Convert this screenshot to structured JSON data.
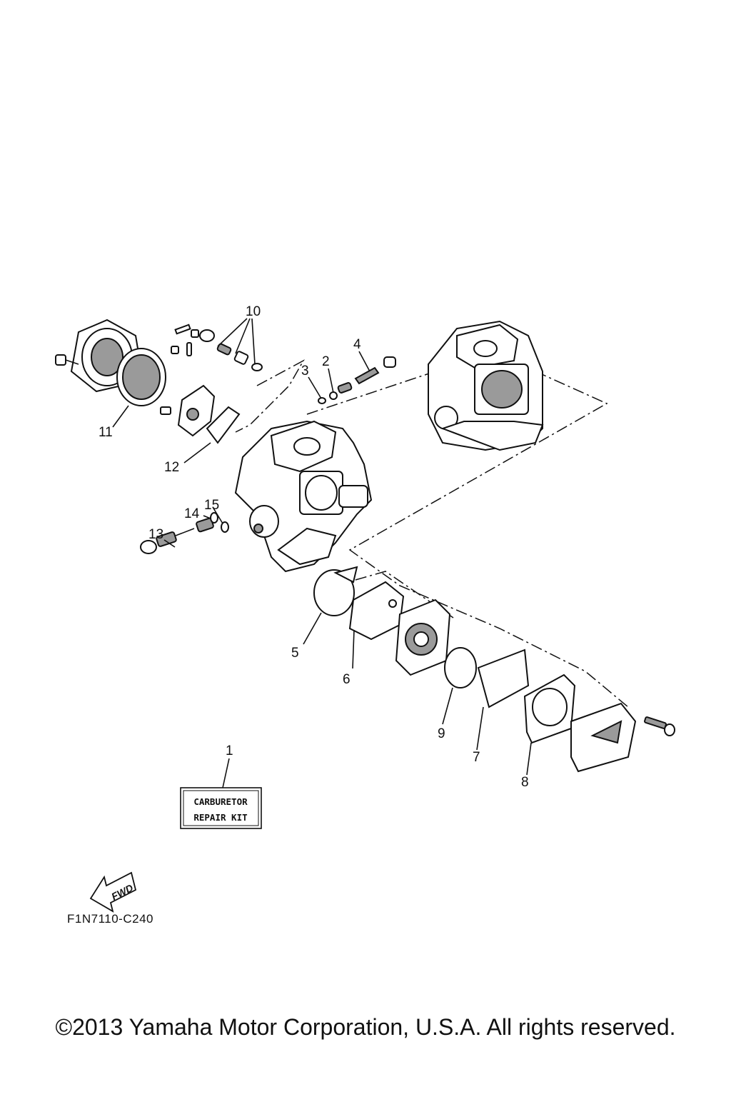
{
  "callouts": {
    "p1": "1",
    "p2": "2",
    "p3": "3",
    "p4": "4",
    "p5": "5",
    "p6": "6",
    "p7": "7",
    "p8": "8",
    "p9": "9",
    "p10": "10",
    "p11": "11",
    "p12": "12",
    "p13": "13",
    "p14": "14",
    "p15": "15"
  },
  "kit_label": {
    "line1": "CARBURETOR",
    "line2": "REPAIR KIT"
  },
  "fwd_label": "FWD",
  "diagram_code": "F1N7110-C240",
  "copyright": "©2013 Yamaha Motor Corporation, U.S.A. All rights reserved."
}
